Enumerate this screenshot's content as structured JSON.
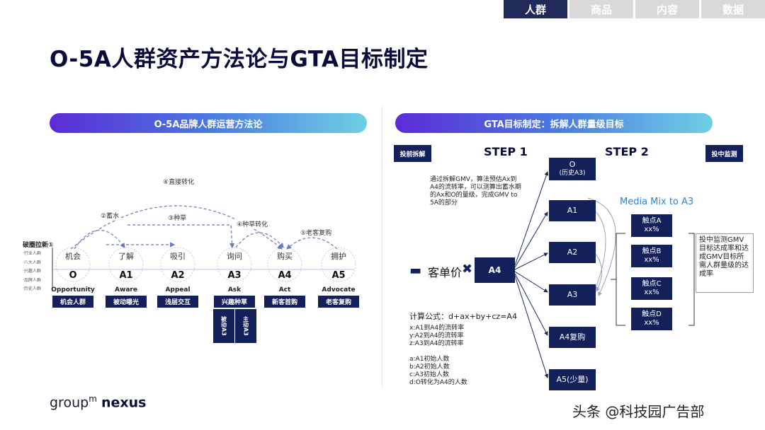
{
  "nav": {
    "tabs": [
      "人群",
      "商品",
      "内容",
      "数据"
    ],
    "active": 0
  },
  "title": "O-5A人群资产方法论与GTA目标制定",
  "left": {
    "header": "O-5A品牌人群运营方法论",
    "side_title": "破圈拉新①",
    "side_items": [
      "·行业人群",
      "·八大人群",
      "·兴趣人群",
      "·品牌人群",
      "·历史人群"
    ],
    "stages": [
      {
        "cn": "机会",
        "code": "O",
        "en": "Opportunity",
        "box": "机会人群"
      },
      {
        "cn": "了解",
        "code": "A1",
        "en": "Aware",
        "box": "被动曝光"
      },
      {
        "cn": "吸引",
        "code": "A2",
        "en": "Appeal",
        "box": "浅层交互"
      },
      {
        "cn": "询问",
        "code": "A3",
        "en": "Ask",
        "box": "兴趣种草"
      },
      {
        "cn": "购买",
        "code": "A4",
        "en": "Act",
        "box": "新客首购"
      },
      {
        "cn": "拥护",
        "code": "A5",
        "en": "Advocate",
        "box": "老客复购"
      }
    ],
    "arcs": [
      "④直接转化",
      "②蓄水",
      "③种草",
      "④种草转化",
      "⑤老客复购"
    ],
    "sub_boxes": [
      "被动A3",
      "主动A3"
    ]
  },
  "right": {
    "header": "GTA目标制定：拆解人群量级目标",
    "tag_left": "投前拆解",
    "tag_right": "投中监测",
    "step1": "STEP 1",
    "step2": "STEP 2",
    "desc": "通过拆解GMV，算法预估Ax到A4的流转率，可以测算出蓄水期的Ax和O的量级，完成GMV to 5A的部分",
    "equals": "客单价",
    "center": "A4",
    "targets": [
      {
        "line1": "O",
        "line2": "(历史A3)"
      },
      {
        "line1": "A1",
        "line2": ""
      },
      {
        "line1": "A2",
        "line2": ""
      },
      {
        "line1": "A3",
        "line2": ""
      },
      {
        "line1": "A4复购",
        "line2": ""
      },
      {
        "line1": "A5(少量)",
        "line2": ""
      }
    ],
    "media_mix": "Media Mix to A3",
    "touchpoints": [
      {
        "name": "触点A",
        "val": "xx%"
      },
      {
        "name": "触点B",
        "val": "xx%"
      },
      {
        "name": "触点C",
        "val": "xx%"
      },
      {
        "name": "触点D",
        "val": "xx%"
      }
    ],
    "note": "投中监测GMV目标达成率和达成GMV目标所需人群量级的达成率",
    "formula": "计算公式：d+ax+by+cz=A4",
    "rates": [
      "x:A1到A4的流转率",
      "y:A2到A4的流转率",
      "z:A3到A4的流转率"
    ],
    "vars": [
      "a:A1初始人数",
      "b:A2初始人数",
      "c:A3初始人数",
      "d:O转化为A4的人数"
    ]
  },
  "footer": {
    "logo_a": "group",
    "logo_sup": "m",
    "logo_b": "nexus",
    "watermark": "头条 @科技园广告部"
  },
  "colors": {
    "navy": "#13205a",
    "accent_purple": "#5b2bd6",
    "accent_cyan": "#6fd0e3",
    "media_blue": "#2f7fd8"
  }
}
